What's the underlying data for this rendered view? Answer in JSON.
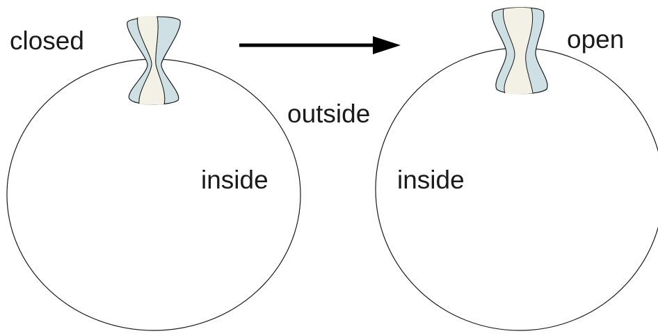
{
  "labels": {
    "closed": "closed",
    "open": "open",
    "outside": "outside",
    "inside_left": "inside",
    "inside_right": "inside"
  },
  "colors": {
    "outline": "#1a1a1a",
    "channel_outer": "#cfe0e4",
    "channel_inner": "#f3f0e6",
    "arrow": "#000000"
  }
}
